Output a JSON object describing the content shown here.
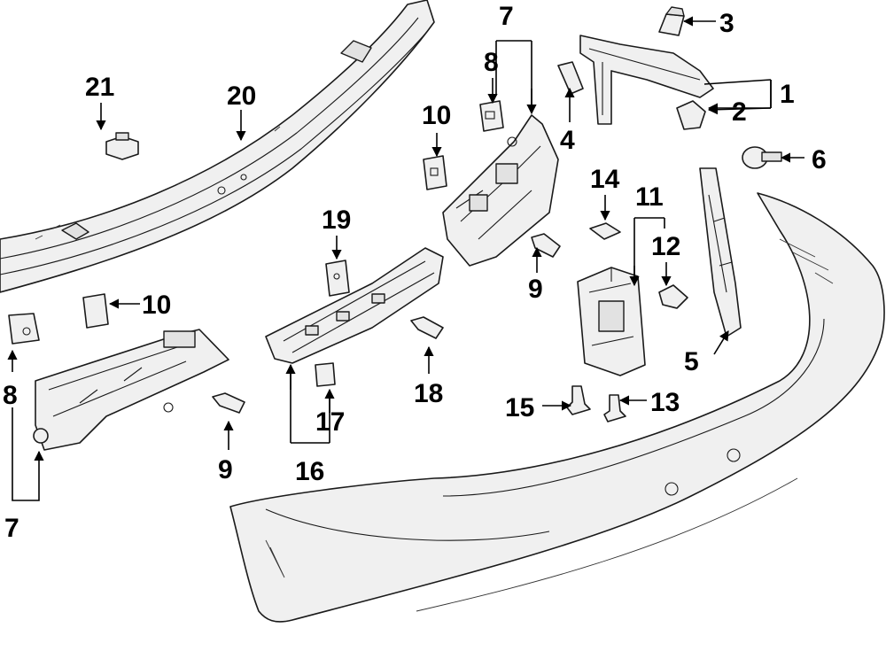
{
  "callouts": [
    {
      "id": "c1",
      "text": "1"
    },
    {
      "id": "c2",
      "text": "2"
    },
    {
      "id": "c3",
      "text": "3"
    },
    {
      "id": "c4",
      "text": "4"
    },
    {
      "id": "c5",
      "text": "5"
    },
    {
      "id": "c6",
      "text": "6"
    },
    {
      "id": "c7a",
      "text": "7"
    },
    {
      "id": "c7b",
      "text": "7"
    },
    {
      "id": "c8a",
      "text": "8"
    },
    {
      "id": "c8b",
      "text": "8"
    },
    {
      "id": "c9a",
      "text": "9"
    },
    {
      "id": "c9b",
      "text": "9"
    },
    {
      "id": "c10a",
      "text": "10"
    },
    {
      "id": "c10b",
      "text": "10"
    },
    {
      "id": "c11",
      "text": "11"
    },
    {
      "id": "c12",
      "text": "12"
    },
    {
      "id": "c13",
      "text": "13"
    },
    {
      "id": "c14",
      "text": "14"
    },
    {
      "id": "c15",
      "text": "15"
    },
    {
      "id": "c16",
      "text": "16"
    },
    {
      "id": "c17",
      "text": "17"
    },
    {
      "id": "c18",
      "text": "18"
    },
    {
      "id": "c19",
      "text": "19"
    },
    {
      "id": "c20",
      "text": "20"
    },
    {
      "id": "c21",
      "text": "21"
    }
  ]
}
